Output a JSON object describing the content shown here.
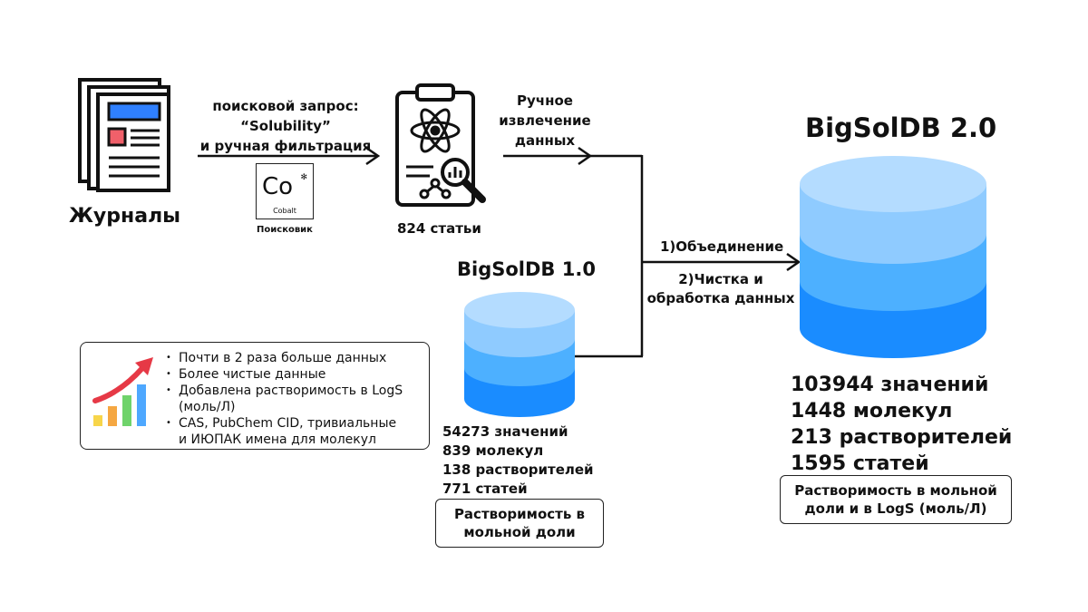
{
  "journals": {
    "label": "Журналы"
  },
  "search": {
    "query_lines": [
      "поисковой запрос:",
      "“Solubility”",
      "и ручная фильтрация"
    ],
    "engine": {
      "logo_text": "Co",
      "logo_sub": "Cobalt",
      "label": "Поисковик"
    }
  },
  "articles": {
    "count_label": "824 статьи",
    "extraction_lines": [
      "Ручное",
      "извлечение",
      "данных"
    ]
  },
  "merge": {
    "step1": "1)Объединение",
    "step2_lines": [
      "2)Чистка и",
      "обработка данных"
    ]
  },
  "db_v1": {
    "title": "BigSolDB 1.0",
    "stats": [
      "54273 значений",
      "839 молекул",
      "138 растворителей",
      "771 статей"
    ],
    "note_lines": [
      "Растворимость в",
      "мольной доли"
    ]
  },
  "db_v2": {
    "title": "BigSolDB 2.0",
    "stats": [
      "103944 значений",
      "1448 молекул",
      "213 растворителей",
      "1595 статей"
    ],
    "note_lines": [
      "Растворимость в мольной",
      "доли и в LogS (моль/Л)"
    ]
  },
  "improvements": {
    "items": [
      "Почти в 2 раза больше данных",
      "Более чистые данные",
      "Добавлена растворимость в LogS",
      "(моль/Л)",
      "CAS, PubChem CID, тривиальные",
      "и ИЮПАК имена для молекул"
    ]
  },
  "colors": {
    "cylinder_top": "#b4dcff",
    "cylinder_light": "#8fcbff",
    "cylinder_mid": "#4db0ff",
    "cylinder_dark": "#1a8cff",
    "icon_blue": "#2f80ff",
    "icon_red": "#f0606a"
  }
}
